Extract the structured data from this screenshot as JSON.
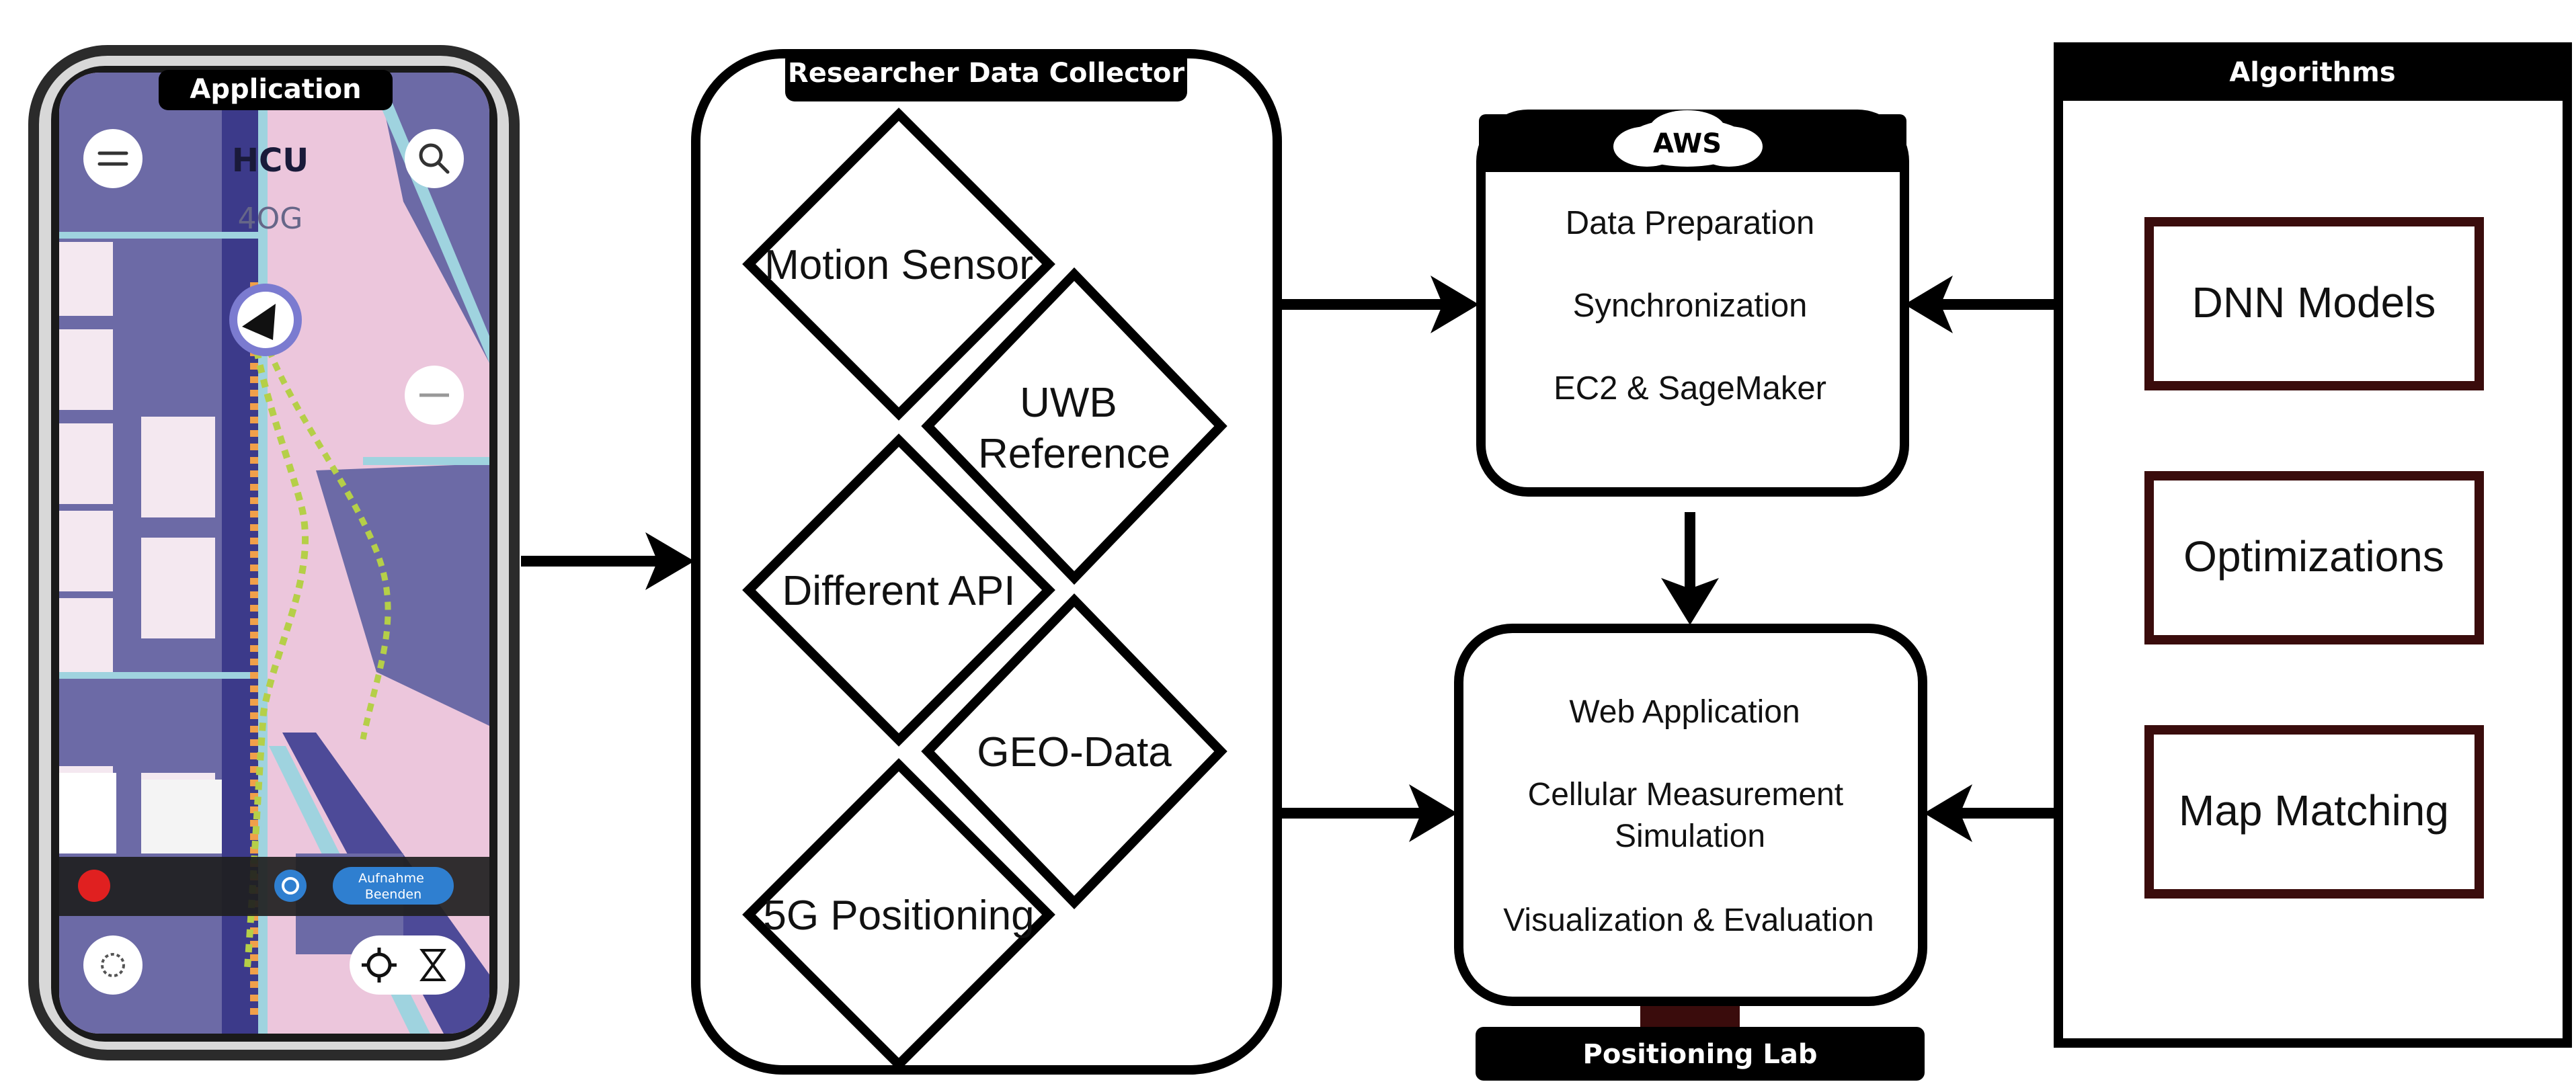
{
  "application": {
    "title": "Application",
    "building": "HCU",
    "floor": "4OG",
    "finish_button": [
      "Aufnahme",
      "Beenden"
    ]
  },
  "collector": {
    "title": "Researcher Data Collector",
    "items": [
      [
        "Motion Sensor"
      ],
      [
        "UWB",
        "Reference"
      ],
      [
        "Different API"
      ],
      [
        "GEO-Data"
      ],
      [
        "5G Positioning"
      ]
    ]
  },
  "aws": {
    "badge": "AWS",
    "lines": [
      "Data Preparation",
      "Synchronization",
      "EC2 & SageMaker"
    ]
  },
  "lab": {
    "title": "Positioning Lab",
    "lines": [
      [
        "Web Application"
      ],
      [
        "Cellular Measurement",
        "Simulation"
      ],
      [
        "Visualization & Evaluation"
      ]
    ]
  },
  "algorithms": {
    "title": "Algorithms",
    "items": [
      "DNN Models",
      "Optimizations",
      "Map Matching"
    ]
  },
  "colors": {
    "ink": "#000000",
    "phone_frame": "#2b2b2b",
    "map_background": "#ecc6dc",
    "map_blocks": "#6c6aa6",
    "map_roads": "#9fd3df",
    "map_buildings": "#f4e8f0",
    "route_orange": "#f0a04a",
    "route_green": "#b5cf48",
    "record_red": "#e02020",
    "button_blue": "#2f7fd0",
    "algorithm_box_border": "#3a0c0c",
    "lab_stand": "#3a0c0c"
  }
}
